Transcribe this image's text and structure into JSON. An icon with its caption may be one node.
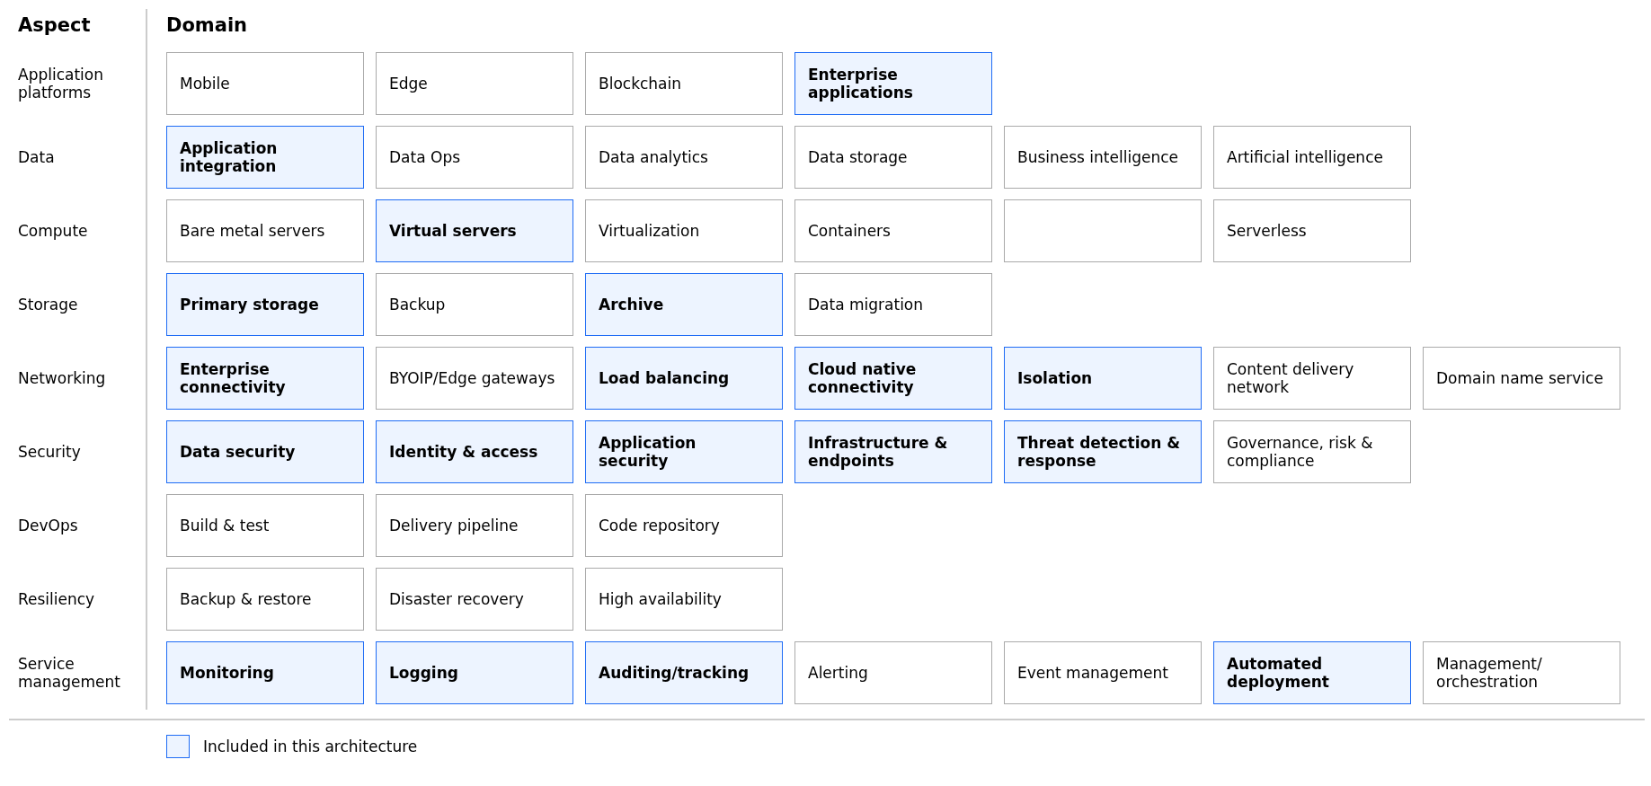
{
  "diagram": {
    "nodes": [
      {
        "text": [
          "Mobile"
        ]
      },
      {
        "text": [
          "Edge"
        ]
      },
      {
        "text": [
          "Blockchain"
        ]
      },
      {
        "text": [
          "Enterprise applications"
        ]
      },
      {
        "text": [
          "Application integration"
        ]
      },
      {
        "text": [
          "Data Ops"
        ]
      },
      {
        "text": [
          "Data analytics"
        ]
      },
      {
        "text": [
          "Data storage"
        ]
      },
      {
        "text": [
          "Business intelligence"
        ]
      },
      {
        "text": [
          "Artificial intelligence"
        ]
      },
      {
        "text": [
          "Bare metal servers"
        ]
      },
      {
        "text": [
          "Virtual servers"
        ]
      },
      {
        "text": [
          "Virtualization"
        ]
      },
      {
        "text": [
          "Containers"
        ]
      },
      {
        "text": [],
        "shape": "box"
      },
      {
        "text": [
          "Serverless"
        ]
      },
      {
        "text": [
          "Primary storage"
        ]
      },
      {
        "text": [
          "Backup"
        ]
      },
      {
        "text": [
          "Archive"
        ]
      },
      {
        "text": [
          "Data migration"
        ]
      },
      {
        "text": [
          "Enterprise connectivity"
        ]
      },
      {
        "text": [
          "BYOIP/Edge gateways"
        ]
      },
      {
        "text": [
          "Load balancing"
        ]
      },
      {
        "text": [
          "Cloud native connectivity"
        ]
      },
      {
        "text": [
          "Isolation"
        ]
      },
      {
        "text": [
          "Content delivery network"
        ]
      },
      {
        "text": [
          "Domain name service"
        ]
      },
      {
        "text": [
          "Data security"
        ]
      },
      {
        "text": [
          "Identity & access"
        ]
      },
      {
        "text": [
          "Application security"
        ]
      },
      {
        "text": [
          "Infrastructure & endpoints"
        ]
      },
      {
        "text": [
          "Threat detection & response"
        ]
      },
      {
        "text": [
          "Governance, risk & compliance"
        ]
      },
      {
        "text": [
          "Build & test"
        ]
      },
      {
        "text": [
          "Delivery pipeline"
        ]
      },
      {
        "text": [
          "Code repository"
        ]
      },
      {
        "text": [
          "Backup & restore"
        ]
      },
      {
        "text": [
          "Disaster recovery"
        ]
      },
      {
        "text": [
          "High availability"
        ]
      },
      {
        "text": [
          "Monitoring"
        ]
      },
      {
        "text": [
          "Logging"
        ]
      },
      {
        "text": [
          "Auditing/tracking"
        ]
      },
      {
        "text": [
          "Alerting"
        ]
      },
      {
        "text": [
          "Event management"
        ]
      },
      {
        "text": [
          "Automated deployment"
        ]
      },
      {
        "text": [
          "Management/ orchestration"
        ]
      }
    ],
    "labels": [
      "Aspect",
      "Domain",
      "Application platforms",
      "Data",
      "Compute",
      "Storage",
      "Networking",
      "Security",
      "DevOps",
      "Resiliency",
      "Service management"
    ],
    "legend": [
      {
        "text": "Included in this architecture",
        "color": "#edf4ff"
      }
    ]
  }
}
